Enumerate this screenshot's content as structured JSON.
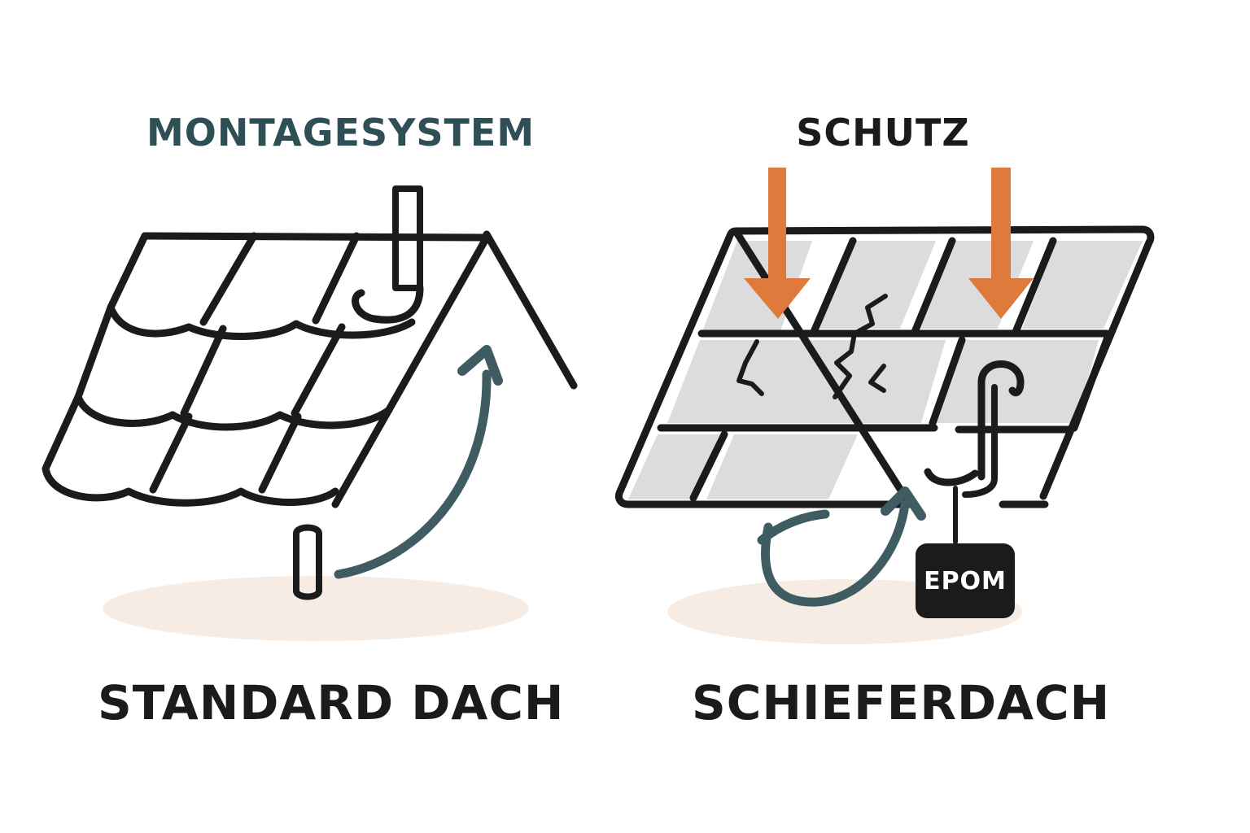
{
  "labels": {
    "mounting_system": "MONTAGESYSTEM",
    "protection": "SCHUTZ",
    "standard_roof": "STANDARD DACH",
    "slate_roof": "SCHIEFERDACH",
    "epdm": "EPOM"
  },
  "colors": {
    "ink": "#1b1b1b",
    "heading_teal": "#2f4f57",
    "arrow_teal": "#3f5c63",
    "arrow_orange": "#e07a3c",
    "slate_fill": "#dcdcdc",
    "shadow": "#f6ece3",
    "epdm_bg": "#1b1b1b"
  }
}
